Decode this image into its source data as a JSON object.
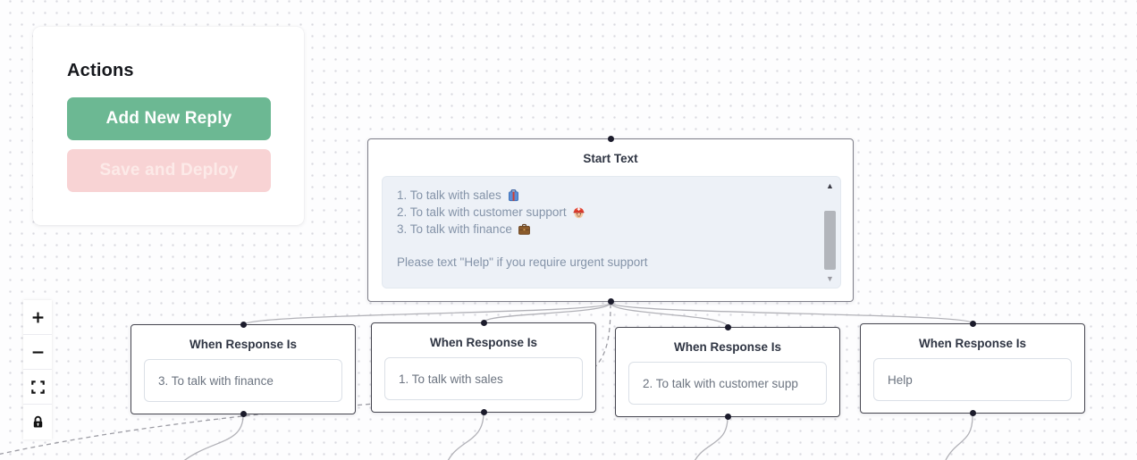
{
  "actions_panel": {
    "title": "Actions",
    "add_button_label": "Add New Reply",
    "save_button_label": "Save and Deploy"
  },
  "start_node": {
    "title": "Start Text",
    "message_lines": [
      {
        "text": "1. To talk with sales",
        "emoji": "luggage"
      },
      {
        "text": "2. To talk with customer support",
        "emoji": "rescue-helmet"
      },
      {
        "text": "3. To talk with finance",
        "emoji": "briefcase"
      }
    ],
    "note": "Please text \"Help\" if you require urgent support"
  },
  "response_nodes": [
    {
      "title": "When Response Is",
      "value": "3. To talk with finance"
    },
    {
      "title": "When Response Is",
      "value": "1. To talk with sales"
    },
    {
      "title": "When Response Is",
      "value": "2. To talk with customer supp"
    },
    {
      "title": "When Response Is",
      "value": "Help"
    }
  ],
  "controls": {
    "zoom_in": "+",
    "zoom_out": "−",
    "scroll_up_glyph": "▲",
    "scroll_down_glyph": "▼"
  },
  "colors": {
    "accent_green": "#6cb893",
    "disabled_pink": "#f8d3d4",
    "edge_gray": "#b1b1b7",
    "message_bg": "#edf1f7",
    "message_text": "#8493a8"
  }
}
